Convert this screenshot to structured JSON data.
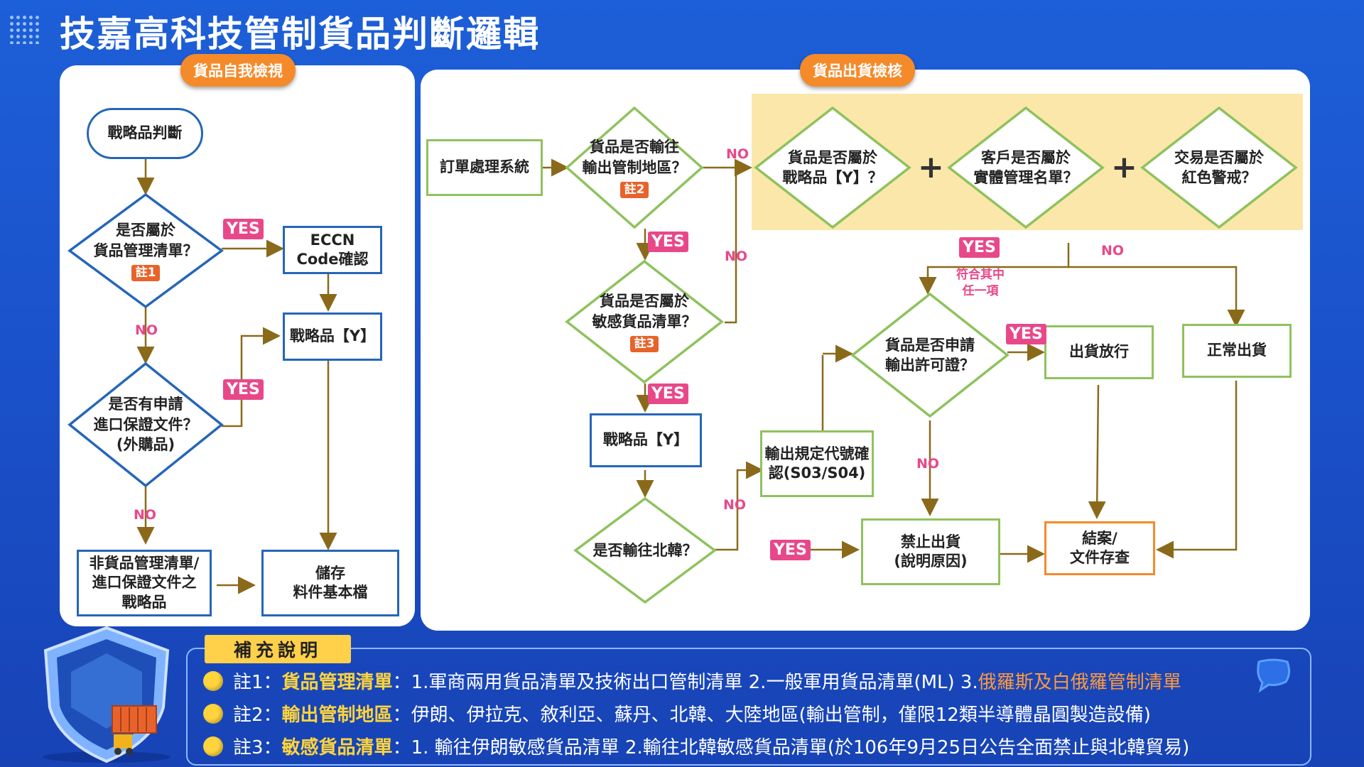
{
  "title": "技嘉高科技管制貨品判斷邏輯",
  "panels": {
    "left_tag": "貨品自我檢視",
    "right_tag": "貨品出貨檢核"
  },
  "left": {
    "start": "戰略品判斷",
    "q1": [
      "是否屬於",
      "貨品管理清單？"
    ],
    "q1_note": "註1",
    "eccn": [
      "ECCN",
      "Code確認"
    ],
    "strategic_y": "戰略品【Y】",
    "q2": [
      "是否有申請",
      "進口保證文件？",
      "(外購品)"
    ],
    "non_list": [
      "非貨品管理清單/",
      "進口保證文件之",
      "戰略品"
    ],
    "store": [
      "儲存",
      "料件基本檔"
    ]
  },
  "right": {
    "order": "訂單處理系統",
    "q_region": [
      "貨品是否輸往",
      "輸出管制地區？"
    ],
    "q_region_note": "註2",
    "q_sensitive": [
      "貨品是否屬於",
      "敏感貨品清單？"
    ],
    "q_sensitive_note": "註3",
    "strategic_y": "戰略品【Y】",
    "q_nk": "是否輸往北韓？",
    "q_strategic": [
      "貨品是否屬於",
      "戰略品【Y】？"
    ],
    "q_customer": [
      "客戶是否屬於",
      "實體管理名單？"
    ],
    "q_redflag": [
      "交易是否屬於",
      "紅色警戒？"
    ],
    "any_one": [
      "符合其中",
      "任一項"
    ],
    "q_license": [
      "貨品是否申請",
      "輸出許可證？"
    ],
    "release": "出貨放行",
    "normal": "正常出貨",
    "code_check": [
      "輸出規定代號確",
      "認(S03/S04)"
    ],
    "forbid": [
      "禁止出貨",
      "(說明原因)"
    ],
    "close": [
      "結案/",
      "文件存查"
    ]
  },
  "labels": {
    "yes": "YES",
    "no": "NO",
    "plus": "+"
  },
  "notes": {
    "tag": "補充說明",
    "n1_prefix": "註1：",
    "n1_key": "貨品管理清單",
    "n1_text": "：1.軍商兩用貨品清單及技術出口管制清單 2.一般軍用貨品清單(ML) 3.",
    "n1_tail": "俄羅斯及白俄羅管制清單",
    "n2_prefix": "註2：",
    "n2_key": "輸出管制地區",
    "n2_text": "：伊朗、伊拉克、敘利亞、蘇丹、北韓、大陸地區(輸出管制，僅限12類半導體晶圓製造設備)",
    "n3_prefix": "註3：",
    "n3_key": "敏感貨品清單",
    "n3_text": "：1. 輸往伊朗敏感貨品清單 2.輸往北韓敏感貨品清單(於106年9月25日公告全面禁止與北韓貿易)"
  },
  "colors": {
    "background": "#1d5fd8",
    "blue_border": "#2566b8",
    "green_border": "#8fc25e",
    "orange": "#f58a2a",
    "pink": "#e8488a",
    "arrow": "#8a6a1a",
    "highlight": "#fbe7aa",
    "note_yellow": "#ffd43c"
  },
  "icons": [
    "dots-icon",
    "shield-icon",
    "cargo-icon",
    "chat-icon"
  ]
}
